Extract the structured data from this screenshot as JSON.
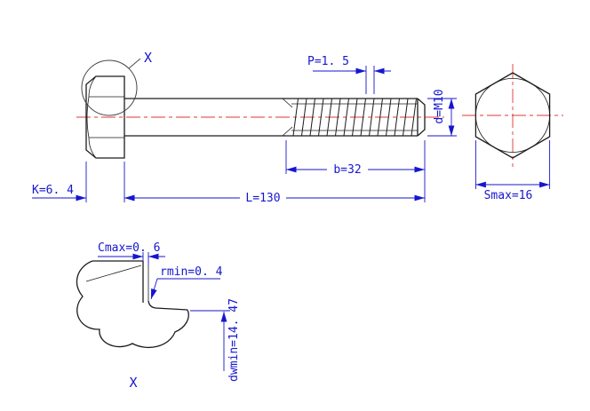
{
  "page": {
    "background": "#ffffff"
  },
  "colors": {
    "outline": "#1c1c1c",
    "dimension": "#1616cf",
    "centerline": "#e03434"
  },
  "views": {
    "side_view": {
      "detail_callout_label": "X",
      "dims": {
        "pitch": "P=1. 5",
        "thread_diameter": "d=M10",
        "thread_length": "b=32",
        "total_length": "L=130",
        "head_height": "K=6. 4"
      }
    },
    "end_view": {
      "dims": {
        "width_across_flats": "Smax=16"
      }
    },
    "detail_view": {
      "title": "X",
      "dims": {
        "chamfer_max": "Cmax=0. 6",
        "fillet_min": "rmin=0. 4",
        "washer_face_min_dia": "dwmin=14. 47"
      }
    }
  }
}
